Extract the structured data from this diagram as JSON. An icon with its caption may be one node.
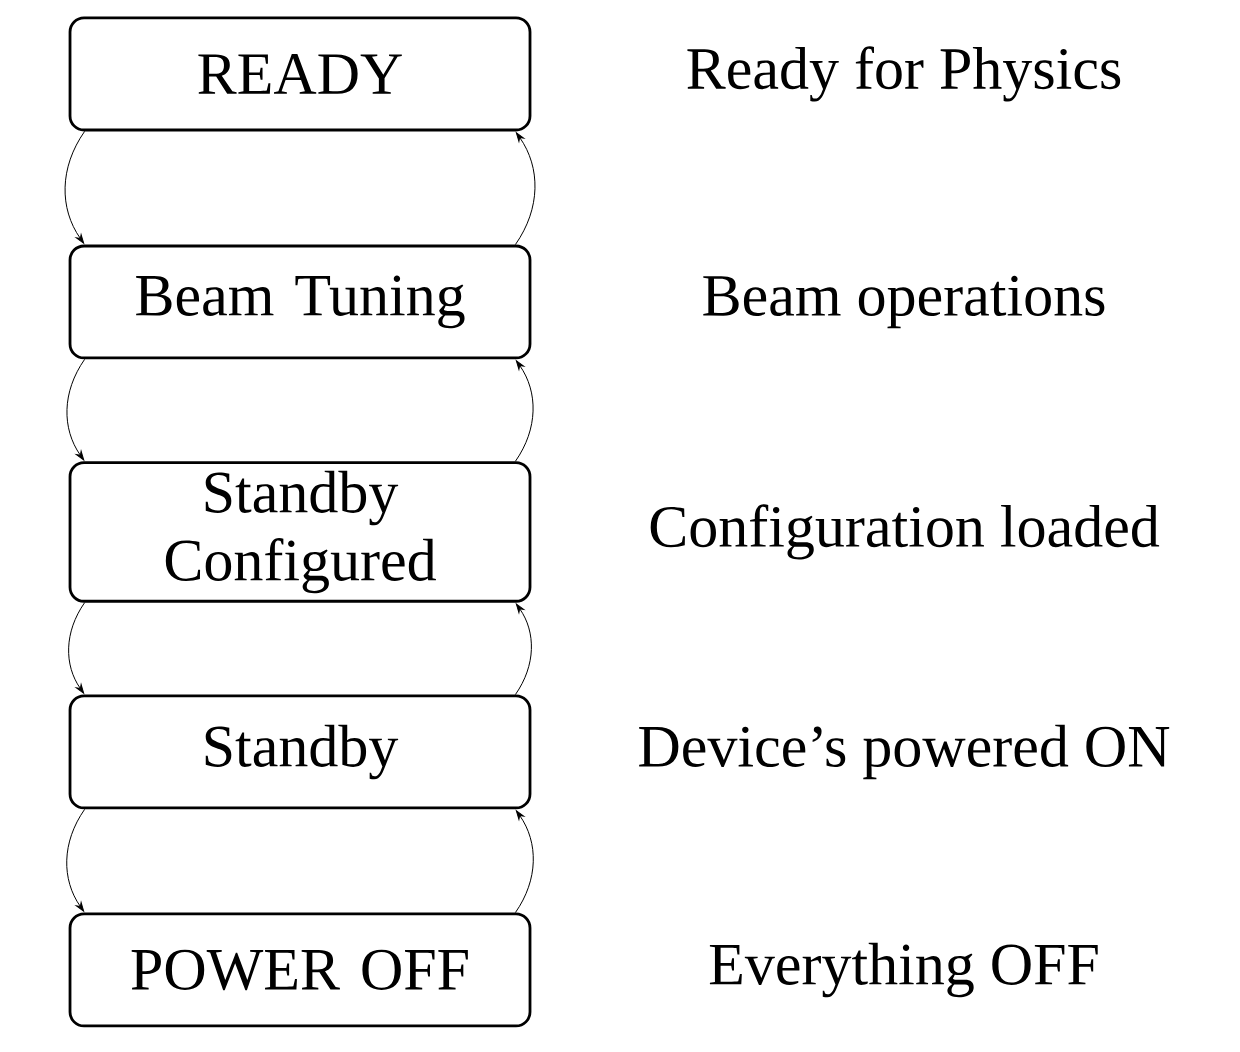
{
  "diagram": {
    "nodes": [
      {
        "text": [
          "READY"
        ],
        "beside": [
          "Ready for Physics"
        ]
      },
      {
        "text": [
          "Beam Tuning"
        ],
        "beside": [
          "Beam operations"
        ]
      },
      {
        "text": [
          "Standby Configured"
        ],
        "beside": [
          "Configuration loaded"
        ]
      },
      {
        "text": [
          "Standby"
        ],
        "beside": [
          "Device’s powered ON"
        ]
      },
      {
        "text": [
          "POWER OFF"
        ],
        "beside": [
          "Everything OFF"
        ]
      }
    ],
    "edges": [
      {
        "from": 0,
        "to": 1,
        "arrow": "to"
      },
      {
        "from": 1,
        "to": 2,
        "arrow": "to"
      },
      {
        "from": 2,
        "to": 3,
        "arrow": "to"
      },
      {
        "from": 3,
        "to": 4,
        "arrow": "to"
      },
      {
        "from": 1,
        "to": 0,
        "arrow": "to"
      },
      {
        "from": 2,
        "to": 1,
        "arrow": "to"
      },
      {
        "from": 3,
        "to": 2,
        "arrow": "to"
      },
      {
        "from": 4,
        "to": 3,
        "arrow": "to"
      }
    ]
  }
}
